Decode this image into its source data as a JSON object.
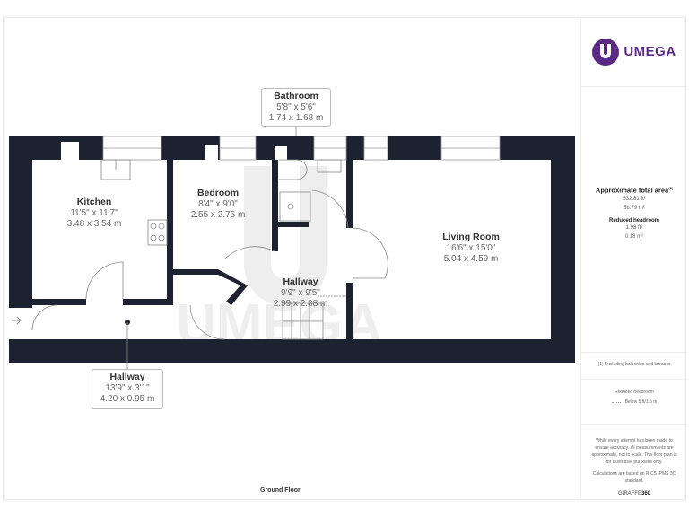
{
  "brand": {
    "logo_name": "UMEGA",
    "accent_color": "#5b2a86",
    "watermark": "UMEGA"
  },
  "summary": {
    "total_area_title": "Approximate total area",
    "total_area_sup": "(1)",
    "total_area_ft": "632.81 ft²",
    "total_area_m": "58.79 m²",
    "reduced_headroom_title": "Reduced headroom",
    "reduced_headroom_ft": "1.98 ft²",
    "reduced_headroom_m": "0.18 m²"
  },
  "footnote": "(1) Excluding balconies and terraces",
  "legend": {
    "title": "Reduced headroom",
    "item": "Below 5 ft/1.5 m"
  },
  "disclaimer": {
    "text": "While every attempt has been made to ensure accuracy, all measurements are approximate, not to scale. This floor plan is for illustrative purposes only.",
    "calc": "Calculations are based on RICS IPMS 3C standard.",
    "brand_prefix": "GIRAFFE",
    "brand_suffix": "360"
  },
  "floor": {
    "name": "Ground Floor"
  },
  "rooms": [
    {
      "name": "Kitchen",
      "imperial": "11'5\" x 11'7\"",
      "metric": "3.48 x 3.54 m"
    },
    {
      "name": "Bedroom",
      "imperial": "8'4\" x 9'0\"",
      "metric": "2.55 x 2.75 m"
    },
    {
      "name": "Bathroom",
      "imperial": "5'8\" x 5'6\"",
      "metric": "1.74 x 1.68 m"
    },
    {
      "name": "Living Room",
      "imperial": "16'6\" x 15'0\"",
      "metric": "5.04 x 4.59 m"
    },
    {
      "name": "Hallway",
      "imperial": "9'9\" x 9'5\"",
      "metric": "2.99 x 2.88 m"
    },
    {
      "name": "Hallway",
      "imperial": "13'9\" x 3'1\"",
      "metric": "4.20 x 0.95 m"
    }
  ],
  "colors": {
    "wall": "#1c2230",
    "window": "#ffffff",
    "fixture_line": "#888888"
  }
}
